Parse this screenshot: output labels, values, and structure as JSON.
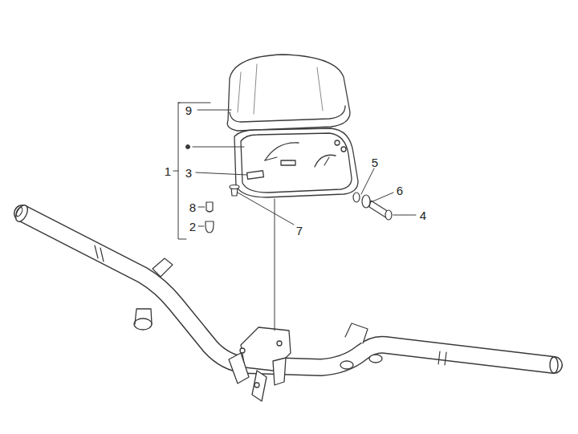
{
  "diagram": {
    "labels": [
      "9",
      "5",
      "1",
      "3",
      "6",
      "8",
      "4",
      "2",
      "7"
    ]
  }
}
